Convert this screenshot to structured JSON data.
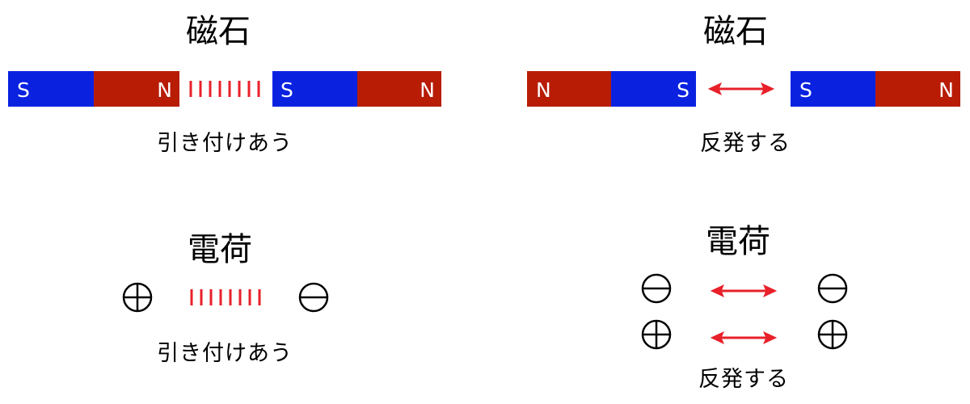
{
  "colors": {
    "south_pole": "#0a22e0",
    "north_pole": "#b81c05",
    "attraction_lines": "#e8202a",
    "arrow": "#e8202a",
    "text": "#000000",
    "background": "#ffffff"
  },
  "magnet_attract": {
    "title": "磁石",
    "left_magnet": {
      "left_pole": "S",
      "right_pole": "N"
    },
    "right_magnet": {
      "left_pole": "S",
      "right_pole": "N"
    },
    "interaction": "attraction-lines",
    "caption": "引き付けあう"
  },
  "magnet_repel": {
    "title": "磁石",
    "left_magnet": {
      "left_pole": "N",
      "right_pole": "S"
    },
    "right_magnet": {
      "left_pole": "S",
      "right_pole": "N"
    },
    "interaction": "double-arrow",
    "caption": "反発する"
  },
  "charge_attract": {
    "title": "電荷",
    "left_charge": "plus-charge-icon",
    "right_charge": "minus-charge-icon",
    "interaction": "attraction-lines",
    "caption": "引き付けあう"
  },
  "charge_repel": {
    "title": "電荷",
    "pairs": [
      {
        "left_charge": "minus-charge-icon",
        "right_charge": "minus-charge-icon",
        "interaction": "double-arrow"
      },
      {
        "left_charge": "plus-charge-icon",
        "right_charge": "plus-charge-icon",
        "interaction": "double-arrow"
      }
    ],
    "caption": "反発する"
  }
}
